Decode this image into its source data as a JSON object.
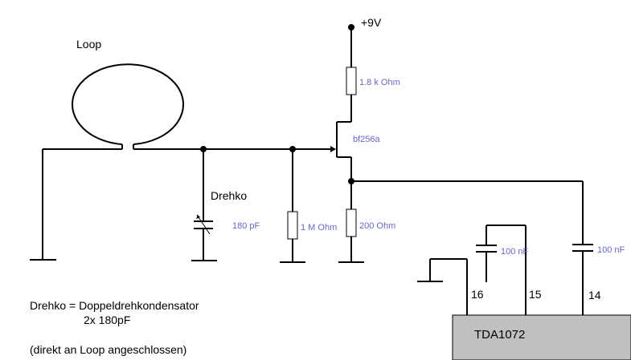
{
  "labels": {
    "loop": "Loop",
    "supply": "+9V",
    "drehko": "Drehko",
    "transistor": "bf256a",
    "pin16": "16",
    "pin15": "15",
    "pin14": "14",
    "ic": "TDA1072"
  },
  "values": {
    "r_drain": "1.8 k Ohm",
    "c_tune": "180 pF",
    "r_gate": "1 M Ohm",
    "r_source": "200  Ohm",
    "c1": "100 nF",
    "c2": "100 nF"
  },
  "notes": {
    "line1": "Drehko = Doppeldrehkondensator",
    "line2": "2x 180pF",
    "line3": "(direkt an Loop angeschlossen)"
  },
  "colors": {
    "wire": "#000000",
    "value_text": "#6666cc",
    "ic_fill": "#c0c0c0"
  }
}
